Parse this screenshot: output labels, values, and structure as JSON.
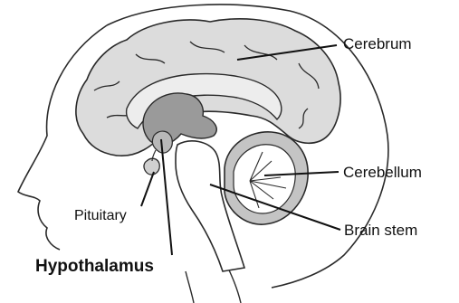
{
  "diagram": {
    "labels": {
      "cerebrum": "Cerebrum",
      "cerebellum": "Cerebellum",
      "brain_stem": "Brain stem",
      "pituitary": "Pituitary",
      "hypothalamus": "Hypothalamus"
    },
    "colors": {
      "outline": "#2a2a2a",
      "cortex_fill": "#dcdcdc",
      "deep_fill": "#9a9a9a",
      "cerebellum_fill": "#c4c4c4",
      "leader": "#111111"
    }
  }
}
